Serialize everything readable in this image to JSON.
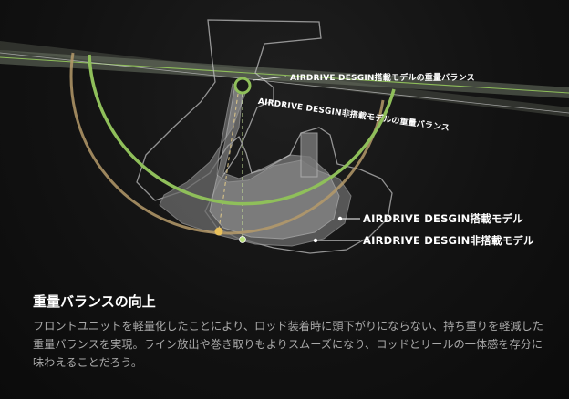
{
  "diagram": {
    "line_labels": {
      "with_airdrive": "AIRDRIVE DESGIN搭載モデルの重量バランス",
      "without_airdrive": "AIRDRIVE DESGIN非搭載モデルの重量バランス"
    },
    "model_labels": {
      "with_airdrive": "AIRDRIVE DESGIN搭載モデル",
      "without_airdrive": "AIRDRIVE DESGIN非搭載モデル"
    },
    "colors": {
      "with_airdrive": "#8fbf5a",
      "without_airdrive": "#b59a6a",
      "outline": "#cfcfcf"
    }
  },
  "section": {
    "heading": "重量バランスの向上",
    "body": "フロントユニットを軽量化したことにより、ロッド装着時に頭下がりにならない、持ち重りを軽減した重量バランスを実現。ライン放出や巻き取りもよりスムーズになり、ロッドとリールの一体感を存分に味わえることだろう。"
  }
}
